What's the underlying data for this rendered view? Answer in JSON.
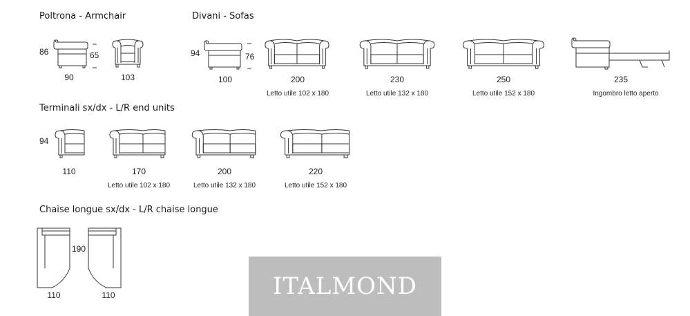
{
  "sections": {
    "armchair": {
      "title": "Poltrona - Armchair",
      "height_left": "86",
      "seat_height": "65",
      "width_side": "90",
      "width_front": "103"
    },
    "sofas": {
      "title": "Divani - Sofas",
      "height_left": "94",
      "seat_height": "76",
      "side_width": "100",
      "items": [
        {
          "width": "200",
          "note": "Letto utile 102 x 180"
        },
        {
          "width": "230",
          "note": "Letto utile 132 x 180"
        },
        {
          "width": "250",
          "note": "Letto utile 152 x 180"
        },
        {
          "width": "235",
          "note": "Ingombro letto aperto"
        }
      ]
    },
    "end_units": {
      "title": "Terminali  sx/dx - L/R end units",
      "height_left": "94",
      "items": [
        {
          "width": "110",
          "note": ""
        },
        {
          "width": "170",
          "note": "Letto utile 102 x 180"
        },
        {
          "width": "200",
          "note": "Letto utile 132 x 180"
        },
        {
          "width": "220",
          "note": "Letto utile 152 x 180"
        }
      ]
    },
    "chaise": {
      "title": "Chaise longue sx/dx - L/R chaise longue",
      "depth": "190",
      "width_left": "110",
      "width_right": "110"
    }
  },
  "watermark": {
    "text": "ITALMOND",
    "background": "#bdbdbd",
    "color": "#ffffff"
  },
  "line_color": "#333333"
}
